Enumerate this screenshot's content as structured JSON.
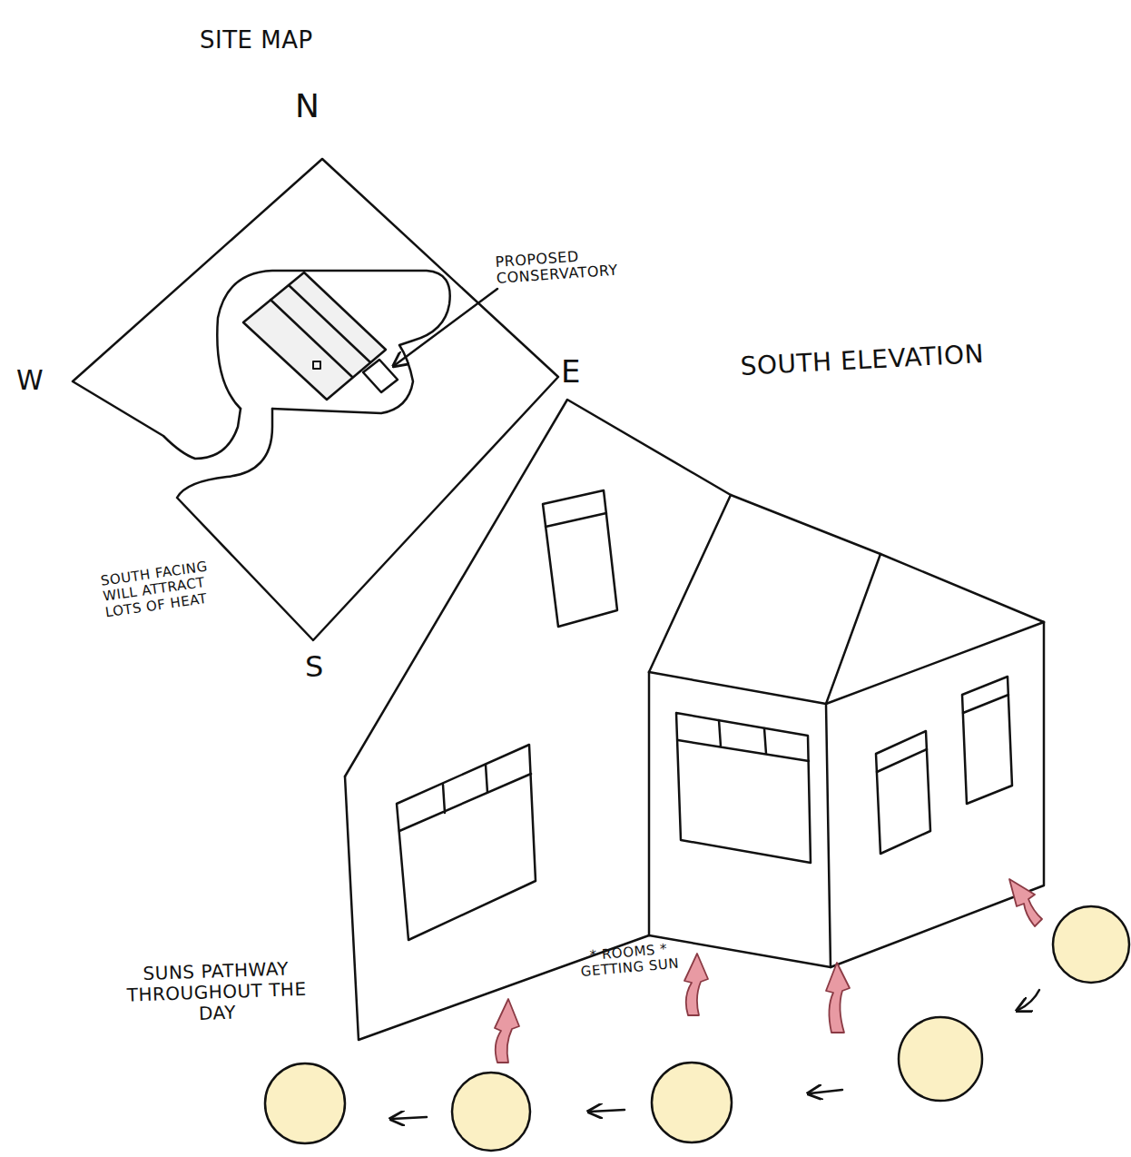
{
  "diagram": {
    "labels": [
      "SITE MAP",
      "N",
      "W",
      "E",
      "S",
      "PROPOSED CONSERVATORY",
      "SOUTH ELEVATION",
      "SOUTH FACING WILL ATTRACT LOTS OF HEAT",
      "* ROOMS * GETTING SUN",
      "SUNS PATHWAY THROUGHOUT THE DAY"
    ]
  }
}
